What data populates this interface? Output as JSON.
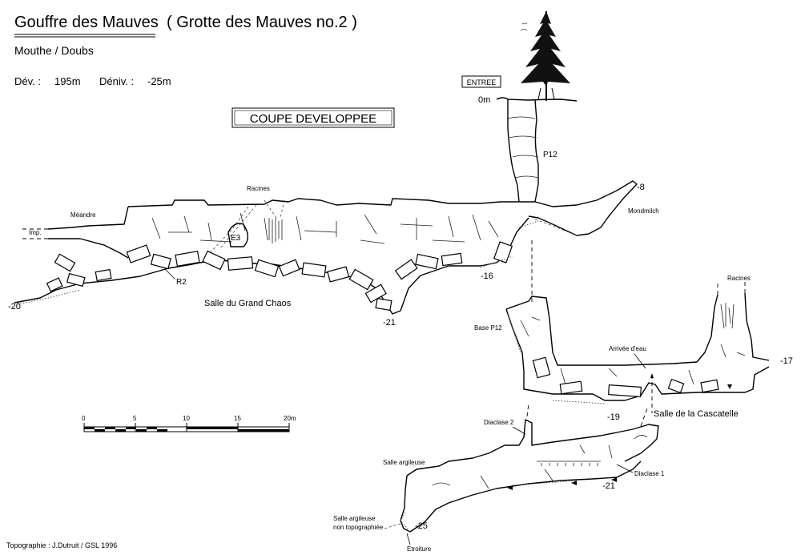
{
  "header": {
    "title": "Gouffre des Mauves",
    "subtitle_alt": "( Grotte des Mauves no.2 )",
    "location": "Mouthe / Doubs",
    "dev_label": "Dév. :",
    "dev_value": "195m",
    "deniv_label": "Déniv. :",
    "deniv_value": "-25m"
  },
  "section_box": "COUPE DEVELOPPEE",
  "entrance": {
    "label": "ENTREE",
    "depth": "0m"
  },
  "labels": {
    "p12": "P12",
    "minus8": "-8",
    "mondmilch": "Mondmilch",
    "racines_top": "Racines",
    "meandre": "Méandre",
    "imp": "Imp.",
    "e3": "E3",
    "r2": "R2",
    "minus16": "-16",
    "minus20": "-20",
    "grand_chaos": "Salle du Grand Chaos",
    "minus21_top": "-21",
    "racines_right": "Racines",
    "base_p12": "Base P12",
    "arrivee": "Arrivée d'eau",
    "minus17": "-17",
    "minus19": "-19",
    "cascatelle": "Salle de la Cascatelle",
    "diaclase2": "Diaclase 2",
    "salle_argileuse": "Salle argileuse",
    "diaclase1": "Diaclase 1",
    "minus21_bottom": "-21",
    "salle_argileuse_nt_1": "Salle argileuse",
    "salle_argileuse_nt_2": "non topographiée",
    "minus25": "-25",
    "etroiture": "Etroiture"
  },
  "scale_bar": {
    "ticks": [
      "0",
      "5",
      "10",
      "15",
      "20m"
    ]
  },
  "credits": "Topographie  :  J.Dutruit  /  GSL 1996",
  "colors": {
    "ink": "#000000",
    "paper": "#ffffff"
  }
}
